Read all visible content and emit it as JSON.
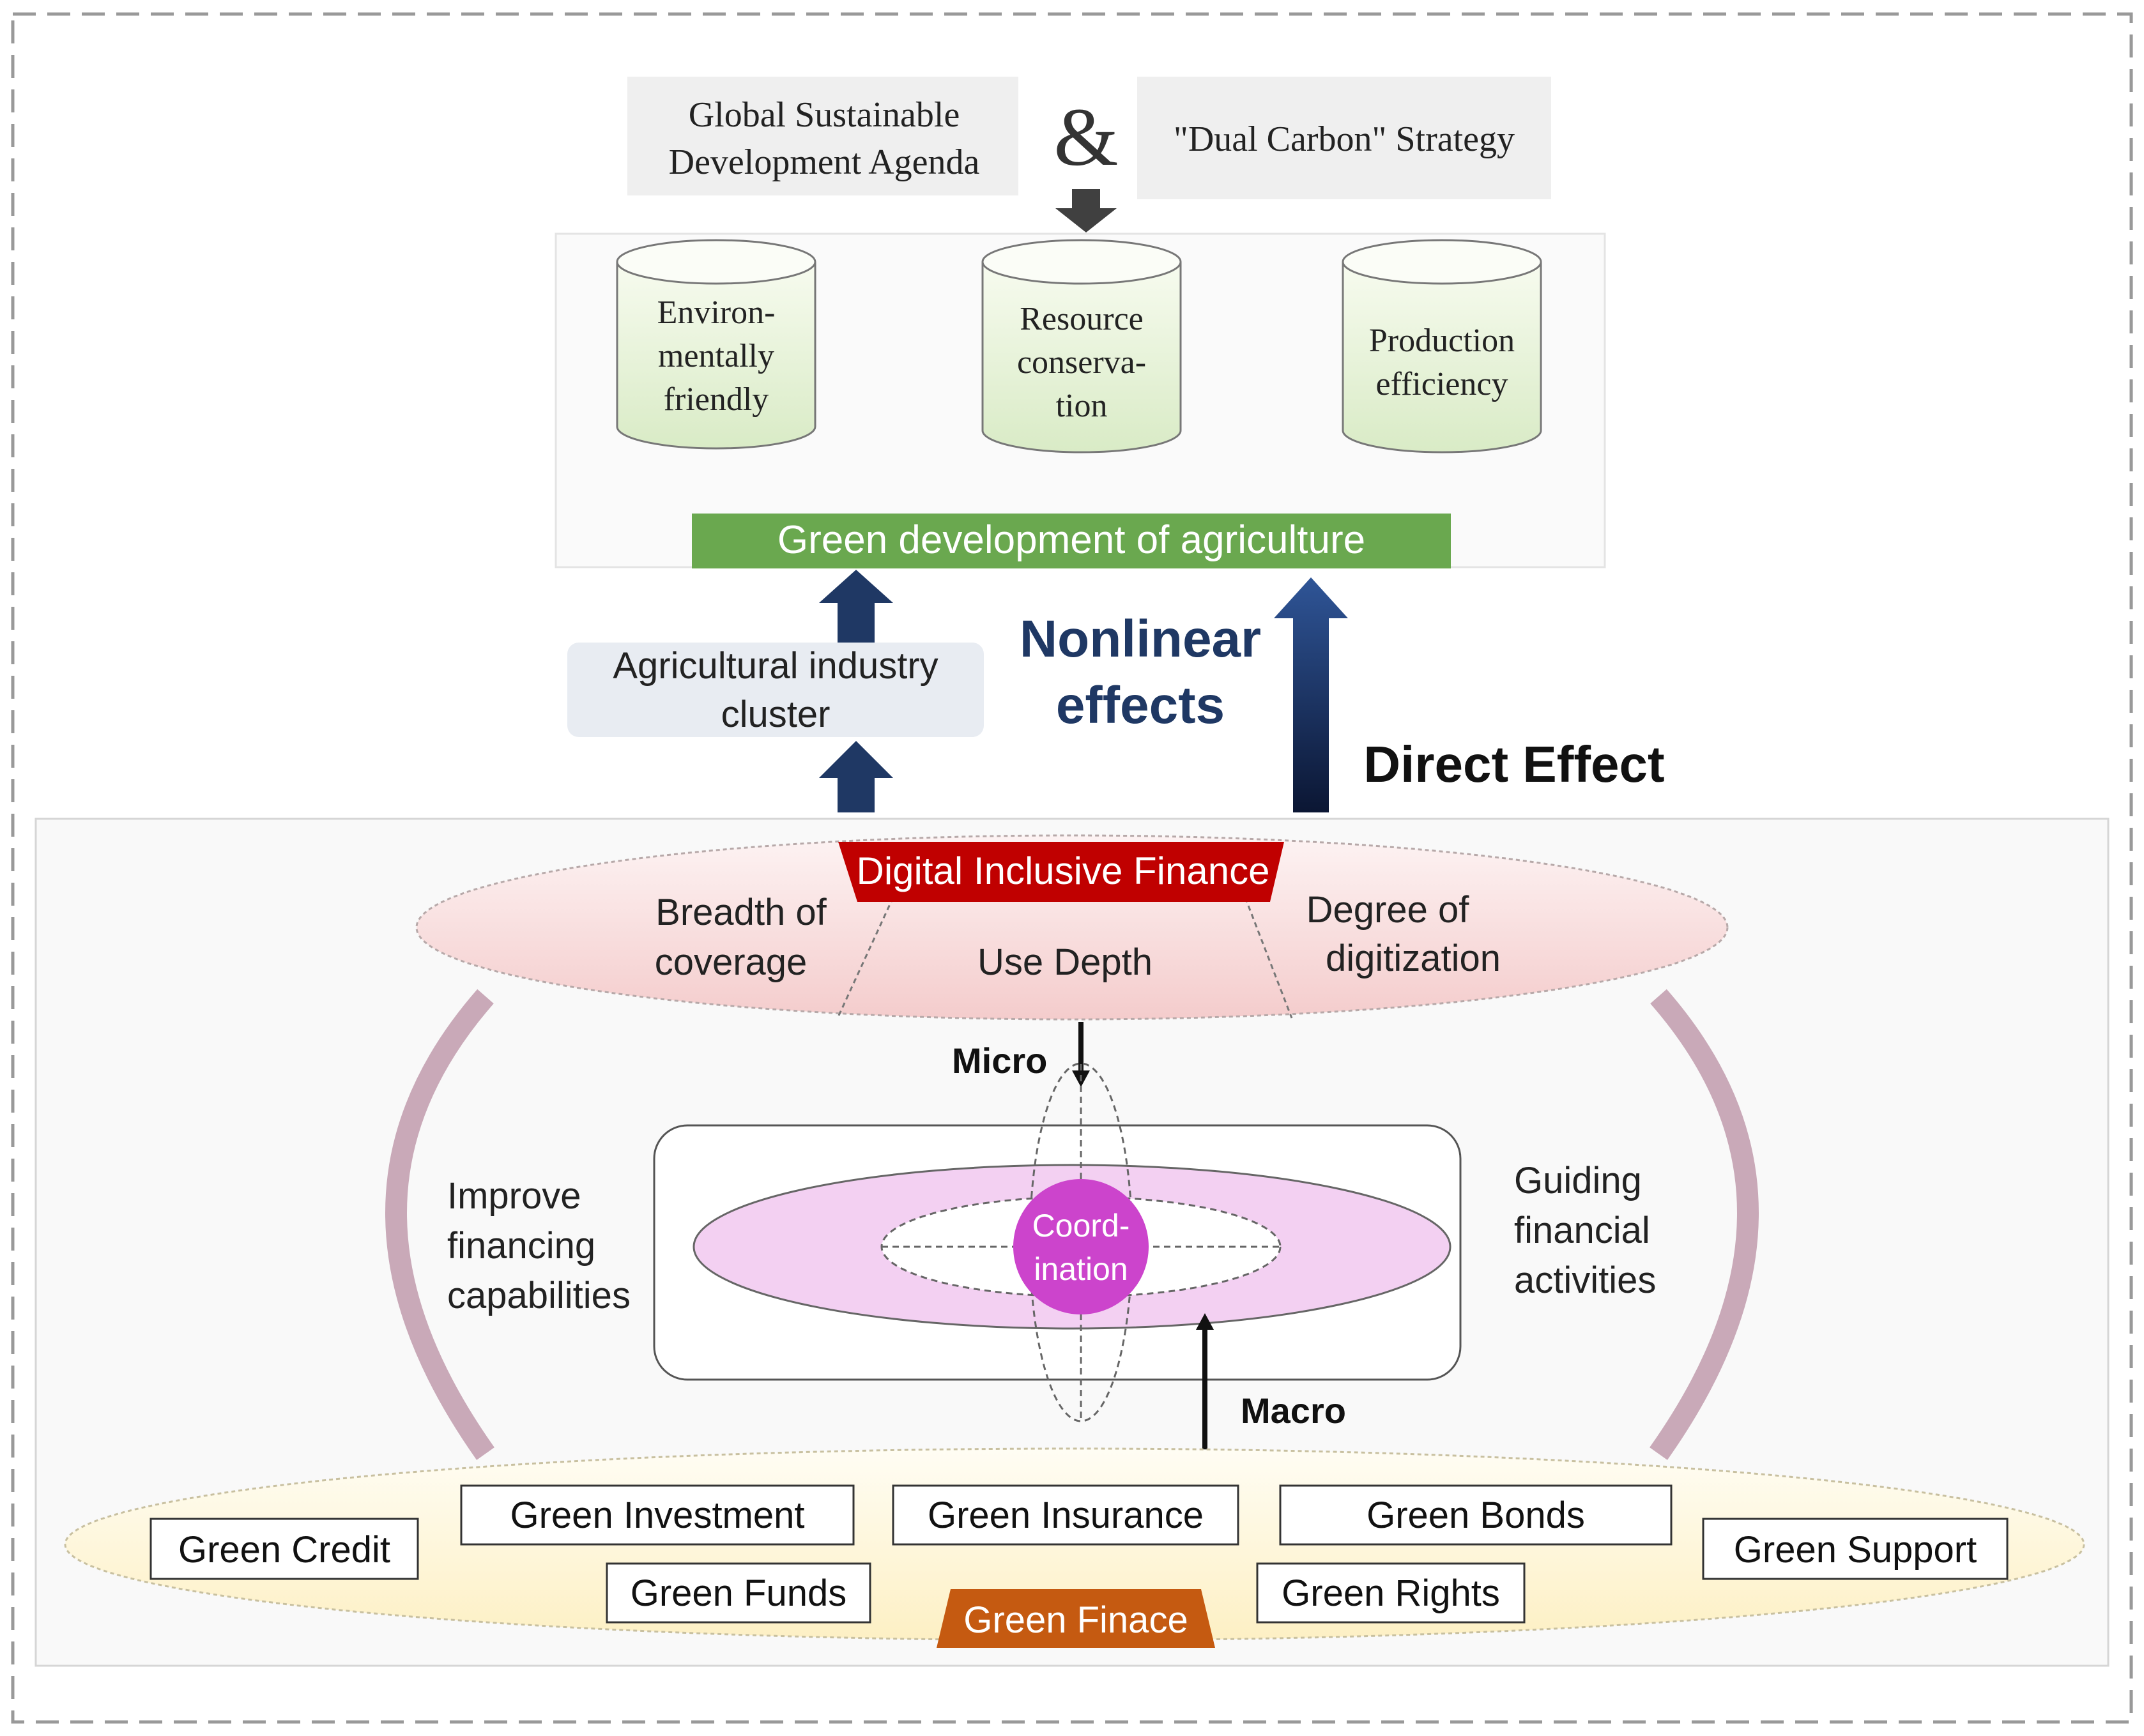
{
  "context": {
    "agenda": [
      "Global Sustainable",
      "Development Agenda"
    ],
    "ampersand": "&",
    "strategy": "\"Dual Carbon\" Strategy"
  },
  "pillars": [
    {
      "lines": [
        "Environ-",
        "mentally",
        "friendly"
      ]
    },
    {
      "lines": [
        "Resource",
        "conserva-",
        "tion"
      ]
    },
    {
      "lines": [
        "Production",
        "efficiency"
      ]
    }
  ],
  "outcome": {
    "label": "Green development of agriculture"
  },
  "mediator": {
    "lines": [
      "Agricultural industry",
      "cluster"
    ]
  },
  "effects": {
    "nonlinear": [
      "Nonlinear",
      "effects"
    ],
    "direct": "Direct Effect"
  },
  "dif": {
    "title": "Digital Inclusive Finance",
    "breadth": [
      "Breadth of",
      "coverage"
    ],
    "depth": "Use Depth",
    "digitization": [
      "Degree of",
      "digitization"
    ]
  },
  "mechanisms": {
    "micro": "Micro",
    "macro": "Macro",
    "coordination": [
      "Coord-",
      "ination"
    ],
    "left": [
      "Improve",
      "financing",
      "capabilities"
    ],
    "right": [
      "Guiding",
      "financial",
      "activities"
    ]
  },
  "green_finance": {
    "title": "Green Finace",
    "items": {
      "credit": "Green Credit",
      "investment": "Green Investment",
      "insurance": "Green Insurance",
      "bonds": "Green Bonds",
      "support": "Green Support",
      "funds": "Green Funds",
      "rights": "Green Rights"
    }
  },
  "colors": {
    "outcome_bar": "#6aa84f",
    "dif_title": "#c00000",
    "green_finance_title": "#c55a11",
    "arrow_navy": "#1f3864",
    "effects_text": "#1f3864",
    "coordination": "#cc44cc",
    "arc": "#c9a9b8"
  }
}
